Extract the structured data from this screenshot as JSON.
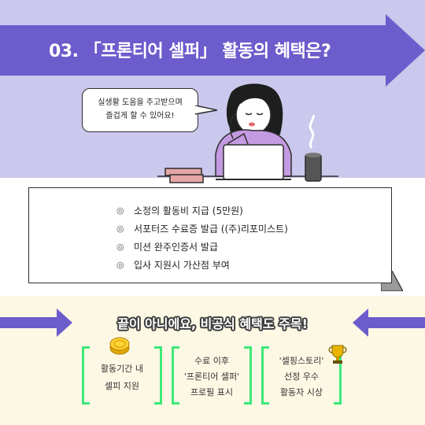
{
  "title": "03. 「프론티어 셀퍼」 활동의 혜택은?",
  "speech_bubble": {
    "line1": "실생활 도움을 주고받으며",
    "line2": "즐겁게 할 수 있어요!"
  },
  "benefits": {
    "bullet": "◎",
    "items": [
      "소정의 활동비 지급 (5만원)",
      "서포터즈 수료증 발급 ((주)리포미스트)",
      "미션 완주인증서 발급",
      "입사 지원시 가산점 부여"
    ]
  },
  "extra_title": "끝이 아니에요, 비공식 혜택도 주목!",
  "extra_benefits": [
    {
      "line1": "활동기간 내",
      "line2": "셀피 지원",
      "icon": "coin-icon"
    },
    {
      "line1": "수료 이후",
      "line2": "'프론티어 셀퍼'",
      "line3": "프로필 표시"
    },
    {
      "line1": "'셀핑스토리'",
      "line2": "선정 우수",
      "line3": "활동자 시상",
      "icon": "trophy-icon"
    }
  ],
  "colors": {
    "purple": "#6c5ccc",
    "lavender": "#cbc8ed",
    "cream": "#fdf8e4",
    "green": "#3ee878"
  }
}
